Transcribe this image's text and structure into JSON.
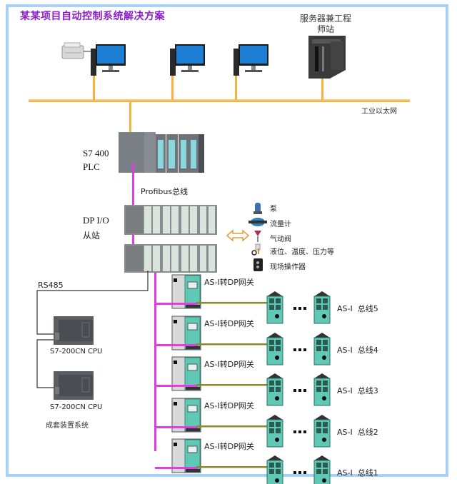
{
  "title": "某某项目自动控制系统解决方案",
  "ethernet": {
    "label": "工业以太网",
    "color": "#f5b342"
  },
  "server": {
    "label_line1": "服务器兼工程",
    "label_line2": "师站"
  },
  "plc": {
    "label_line1": "S7 400",
    "label_line2": "PLC"
  },
  "profibus": {
    "label": "Profibus总线",
    "color": "#e03ee0"
  },
  "dp_io": {
    "label_line1": "DP I/O",
    "label_line2": "从站"
  },
  "field_devices": [
    {
      "icon": "pump-icon",
      "label": "泵"
    },
    {
      "icon": "flowmeter-icon",
      "label": "流量计"
    },
    {
      "icon": "pneumatic-valve-icon",
      "label": "气动阀"
    },
    {
      "icon": "sensor-icon",
      "label": "液位、温度、压力等"
    },
    {
      "icon": "field-operator-icon",
      "label": "现场操作器"
    }
  ],
  "rs485": {
    "label": "RS485"
  },
  "s7_200": [
    {
      "label": "S7-200CN CPU"
    },
    {
      "label": "S7-200CN CPU"
    }
  ],
  "packaged_system": {
    "label": "成套装置系统"
  },
  "gateways": [
    {
      "label": "AS-I转DP网关",
      "bus_label": "AS-I  总线5",
      "ellipsis": "•••"
    },
    {
      "label": "AS-I转DP网关",
      "bus_label": "AS-I  总线4",
      "ellipsis": "•••"
    },
    {
      "label": "AS-I转DP网关",
      "bus_label": "AS-I  总线3",
      "ellipsis": "•••"
    },
    {
      "label": "AS-I转DP网关",
      "bus_label": "AS-I  总线2",
      "ellipsis": "•••"
    },
    {
      "label": "AS-I转DP网关",
      "bus_label": "AS-I  总线1",
      "ellipsis": "•••"
    }
  ],
  "colors": {
    "frame": "#a9d0f5",
    "title": "#8a1ec8",
    "asi_bus": "#8b8b2a",
    "module_teal": "#5fc9b5"
  }
}
